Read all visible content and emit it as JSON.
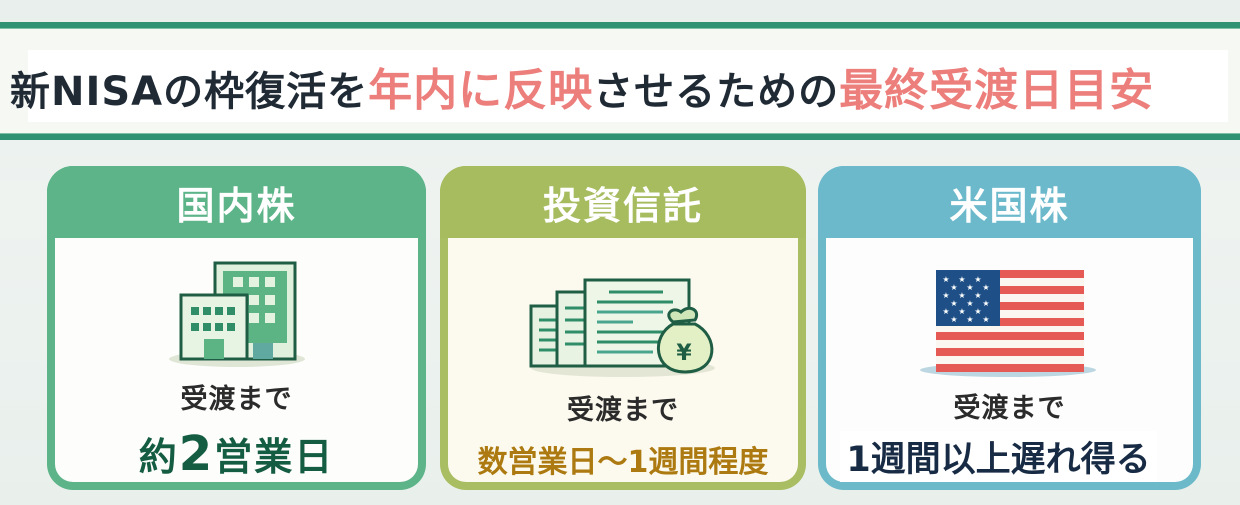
{
  "header": {
    "title_part1": "新NISAの枠復活を",
    "title_highlight1": "年内に反映",
    "title_part2": "させるための",
    "title_highlight2": "最終受渡日目安",
    "accent_line_color": "#2f9273",
    "highlight_color": "#ec7e7b"
  },
  "cards": [
    {
      "title": "国内株",
      "icon": "office-building-icon",
      "label": "受渡まで",
      "value_prefix": "約",
      "value_number": "2",
      "value_suffix": "営業日",
      "header_color": "#5db489",
      "value_color": "#145c42"
    },
    {
      "title": "投資信託",
      "icon": "documents-money-bag-icon",
      "label": "受渡まで",
      "value": "数営業日〜1週間程度",
      "header_color": "#a6bc5f",
      "value_color": "#ac7a10"
    },
    {
      "title": "米国株",
      "icon": "us-flag-icon",
      "label": "受渡まで",
      "value": "1週間以上遅れ得る",
      "header_color": "#6cb9cc",
      "value_color": "#182b45"
    }
  ]
}
